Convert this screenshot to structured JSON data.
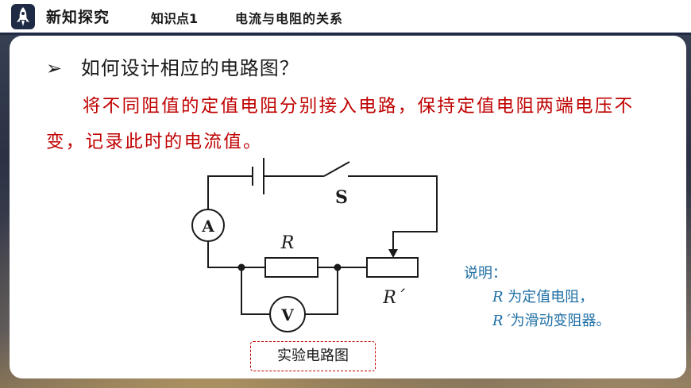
{
  "header": {
    "title": "新知探究",
    "subtitle": "知识点1",
    "topic": "电流与电阻的关系"
  },
  "content": {
    "question_marker": "➢",
    "question": "如何设计相应的电路图？",
    "answer": "将不同阻值的定值电阻分别接入电路，保持定值电阻两端电压不变，记录此时的电流值。"
  },
  "diagram": {
    "switch_label": "S",
    "ammeter_label": "A",
    "voltmeter_label": "V",
    "resistor_label": "R",
    "rheostat_label": "R´",
    "caption": "实验电路图"
  },
  "note": {
    "heading": "说明：",
    "line1_symbol": "R",
    "line1_text": "为定值电阻，",
    "line2_symbol": "R´",
    "line2_text": "为滑动变阻器。"
  },
  "colors": {
    "header_dark": "#1f2a44",
    "answer_red": "#c00000",
    "note_blue": "#1f6fa5"
  }
}
